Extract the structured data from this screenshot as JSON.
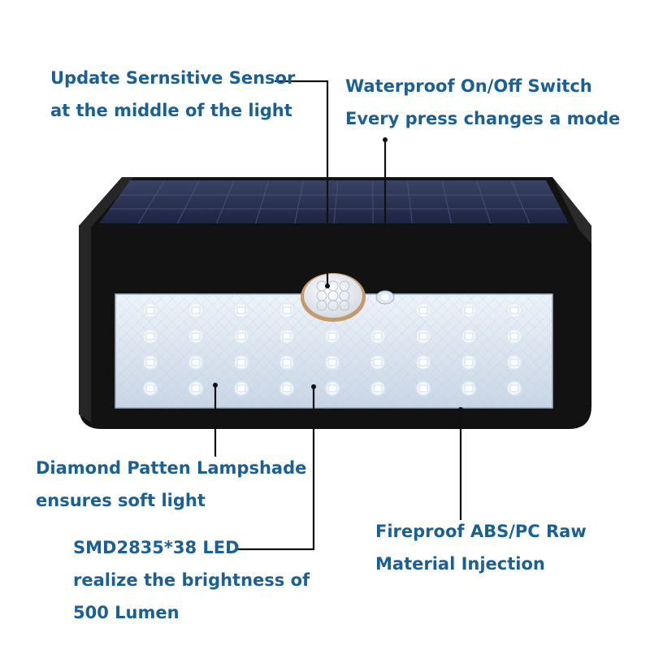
{
  "annotations": {
    "sensor": {
      "line1": "Update Sernsitive Sensor",
      "line2": "at the middle of the light"
    },
    "switch": {
      "line1": "Waterproof On/Off Switch",
      "line2": "Every press changes a mode"
    },
    "lampshade": {
      "line1": "Diamond Patten Lampshade",
      "line2": "ensures soft light"
    },
    "led": {
      "line1": "SMD2835*38 LED",
      "line2": "realize the brightness of",
      "line3": "500 Lumen"
    },
    "material": {
      "line1": "Fireproof ABS/PC Raw",
      "line2": "Material Injection"
    }
  },
  "colors": {
    "label_text": "#1a5f95",
    "housing": "#111111",
    "solar_panel": "#2b3352",
    "diffuser": "#dfe7f1",
    "led": "#ffffff",
    "sensor_ring": "#c49a6c"
  },
  "led_grid": {
    "rows": 4,
    "cols": 9,
    "count_printed": "38"
  }
}
